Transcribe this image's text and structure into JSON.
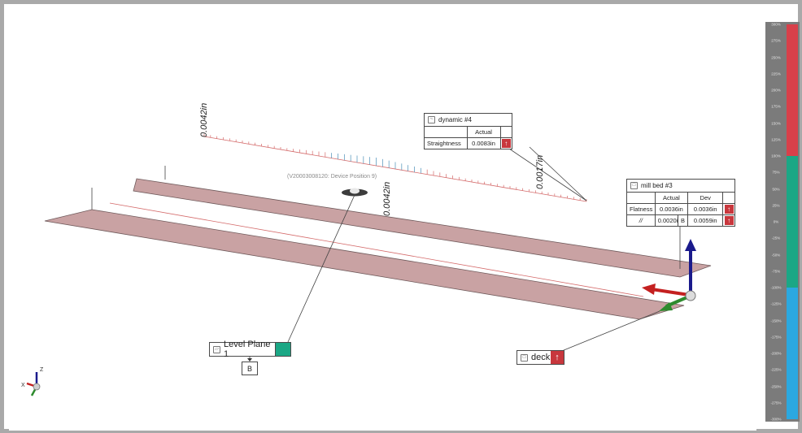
{
  "viewport": {
    "device_label": "(V20003008120: Device Position 9)",
    "dimensions": {
      "left_top": "0.0042in",
      "center": "0.0042in",
      "right": "0.0017in"
    },
    "triad_labels": {
      "z": "Z",
      "x": "X"
    }
  },
  "callouts": {
    "dynamic": {
      "title": "dynamic #4",
      "header": [
        "",
        "Actual"
      ],
      "rows": [
        {
          "name": "Straightness",
          "actual": "0.0083in",
          "status": "out-of-tolerance-up-icon"
        }
      ]
    },
    "mill_bed": {
      "title": "mill bed #3",
      "header": [
        "",
        "Actual",
        "Dev"
      ],
      "rows": [
        {
          "name": "Flatness",
          "actual": "0.0036in",
          "datum": "",
          "dev": "0.0036in",
          "status": "out-of-tolerance-up-icon"
        },
        {
          "name": "//",
          "actual": "0.0020in",
          "datum": "B",
          "dev": "0.0059in",
          "status": "out-of-tolerance-up-icon"
        }
      ]
    },
    "level_plane": {
      "label": "Level Plane 1",
      "datum": "B",
      "status_color": "#1ba785"
    },
    "deck": {
      "label": "deck",
      "status_color": "#c8373d"
    }
  },
  "color_scale": {
    "ticks": [
      "300%",
      "275%",
      "250%",
      "225%",
      "200%",
      "175%",
      "150%",
      "125%",
      "100%",
      "75%",
      "50%",
      "25%",
      "0%",
      "-25%",
      "-50%",
      "-75%",
      "-100%",
      "-125%",
      "-150%",
      "-175%",
      "-200%",
      "-225%",
      "-250%",
      "-275%",
      "-300%"
    ],
    "bands": [
      {
        "name": "over",
        "color": "#d8404a",
        "from": 0,
        "to": 8
      },
      {
        "name": "in-tolerance",
        "color": "#1ba785",
        "from": 8,
        "to": 16
      },
      {
        "name": "under",
        "color": "#2ba8e0",
        "from": 16,
        "to": 24
      }
    ]
  },
  "colors": {
    "plane_fill": "#c9a2a3",
    "plane_stroke": "#6f5a5b",
    "status_red": "#c8373d",
    "status_green": "#1ba785"
  }
}
